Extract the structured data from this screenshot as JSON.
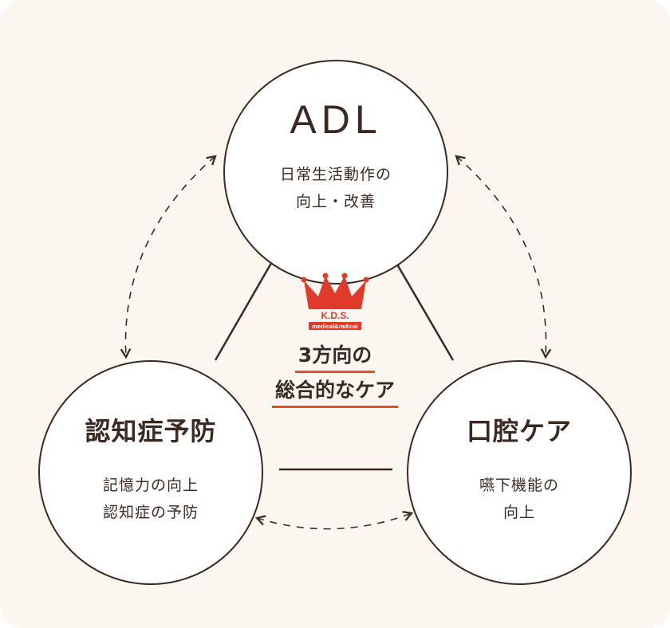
{
  "nodes": {
    "top": {
      "title": "ADL",
      "line1": "日常生活動作の",
      "line2": "向上・改善"
    },
    "left": {
      "title": "認知症予防",
      "line1": "記憶力の向上",
      "line2": "認知症の予防"
    },
    "right": {
      "title": "口腔ケア",
      "line1": "嚥下機能の",
      "line2": "向上"
    }
  },
  "center": {
    "line1": "3方向の",
    "line2": "総合的なケア"
  },
  "logo": {
    "text_main": "K.D.S.",
    "text_sub": "medical&radical"
  },
  "colors": {
    "background": "#fcf6f1",
    "stroke": "#3a2a22",
    "accent": "#e5531d",
    "logo_red": "#e03a2b"
  }
}
